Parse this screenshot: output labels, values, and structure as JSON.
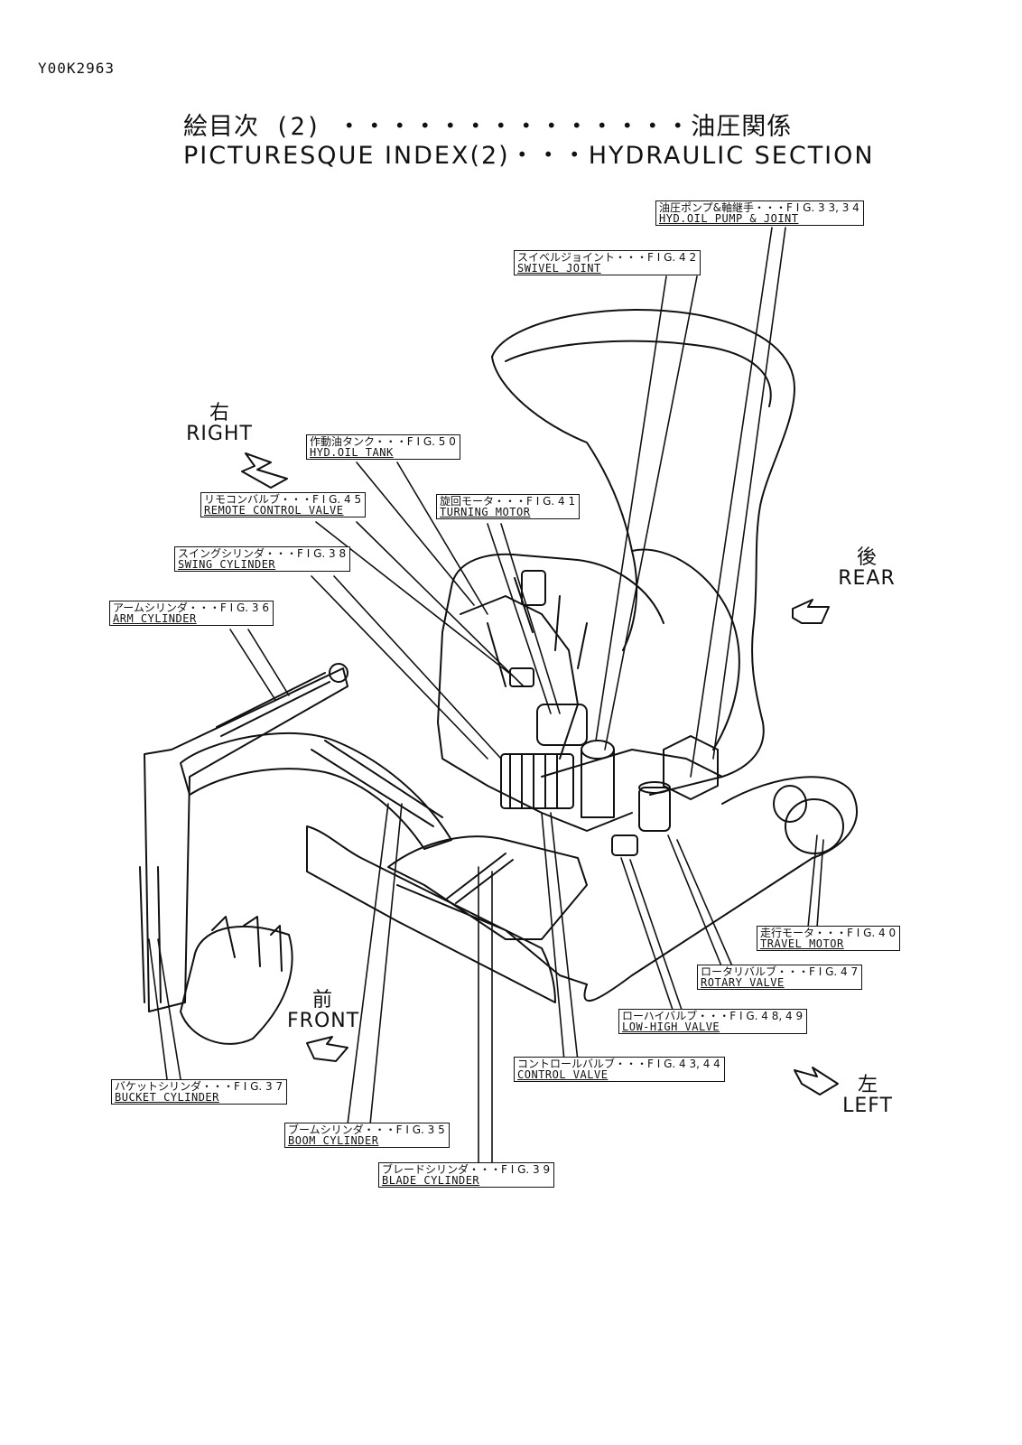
{
  "doc_id": "Y00K2963",
  "title_ja": "絵目次 (2) ・・・・・・・・・・・・・・油圧関係",
  "title_en": "PICTURESQUE INDEX(2)・・・HYDRAULIC SECTION",
  "labels": {
    "hyd_pump": {
      "ja": "油圧ポンプ&軸継手・・・F I G. 3 3, 3 4",
      "en": "HYD.OIL PUMP & JOINT"
    },
    "swivel_joint": {
      "ja": "スイベルジョイント・・・F I G. 4 2",
      "en": "SWIVEL JOINT"
    },
    "hyd_tank": {
      "ja": "作動油タンク・・・F I G. 5 0",
      "en": "HYD.OIL TANK"
    },
    "remote_valve": {
      "ja": "リモコンバルブ・・・F I G. 4 5",
      "en": "REMOTE CONTROL VALVE"
    },
    "turning_motor": {
      "ja": "旋回モータ・・・F I G. 4 1",
      "en": "TURNING MOTOR"
    },
    "swing_cylinder": {
      "ja": "スイングシリンダ・・・F I G. 3 8",
      "en": "SWING CYLINDER"
    },
    "arm_cylinder": {
      "ja": "アームシリンダ・・・F I G. 3 6",
      "en": "ARM CYLINDER"
    },
    "travel_motor": {
      "ja": "走行モータ・・・F I G. 4 0",
      "en": "TRAVEL MOTOR"
    },
    "rotary_valve": {
      "ja": "ロータリバルブ・・・F I G. 4 7",
      "en": "ROTARY VALVE"
    },
    "low_high_valve": {
      "ja": "ローハイバルブ・・・F I G. 4 8, 4 9",
      "en": "LOW-HIGH VALVE"
    },
    "control_valve": {
      "ja": "コントロールバルブ・・・F I G. 4 3, 4 4",
      "en": "CONTROL VALVE"
    },
    "bucket_cylinder": {
      "ja": "バケットシリンダ・・・F I G. 3 7",
      "en": "BUCKET CYLINDER"
    },
    "boom_cylinder": {
      "ja": "ブームシリンダ・・・F I G. 3 5",
      "en": "BOOM CYLINDER"
    },
    "blade_cylinder": {
      "ja": "ブレードシリンダ・・・F I G. 3 9",
      "en": "BLADE CYLINDER"
    }
  },
  "directions": {
    "right": {
      "ja": "右",
      "en": "RIGHT"
    },
    "rear": {
      "ja": "後",
      "en": "REAR"
    },
    "front": {
      "ja": "前",
      "en": "FRONT"
    },
    "left": {
      "ja": "左",
      "en": "LEFT"
    }
  }
}
